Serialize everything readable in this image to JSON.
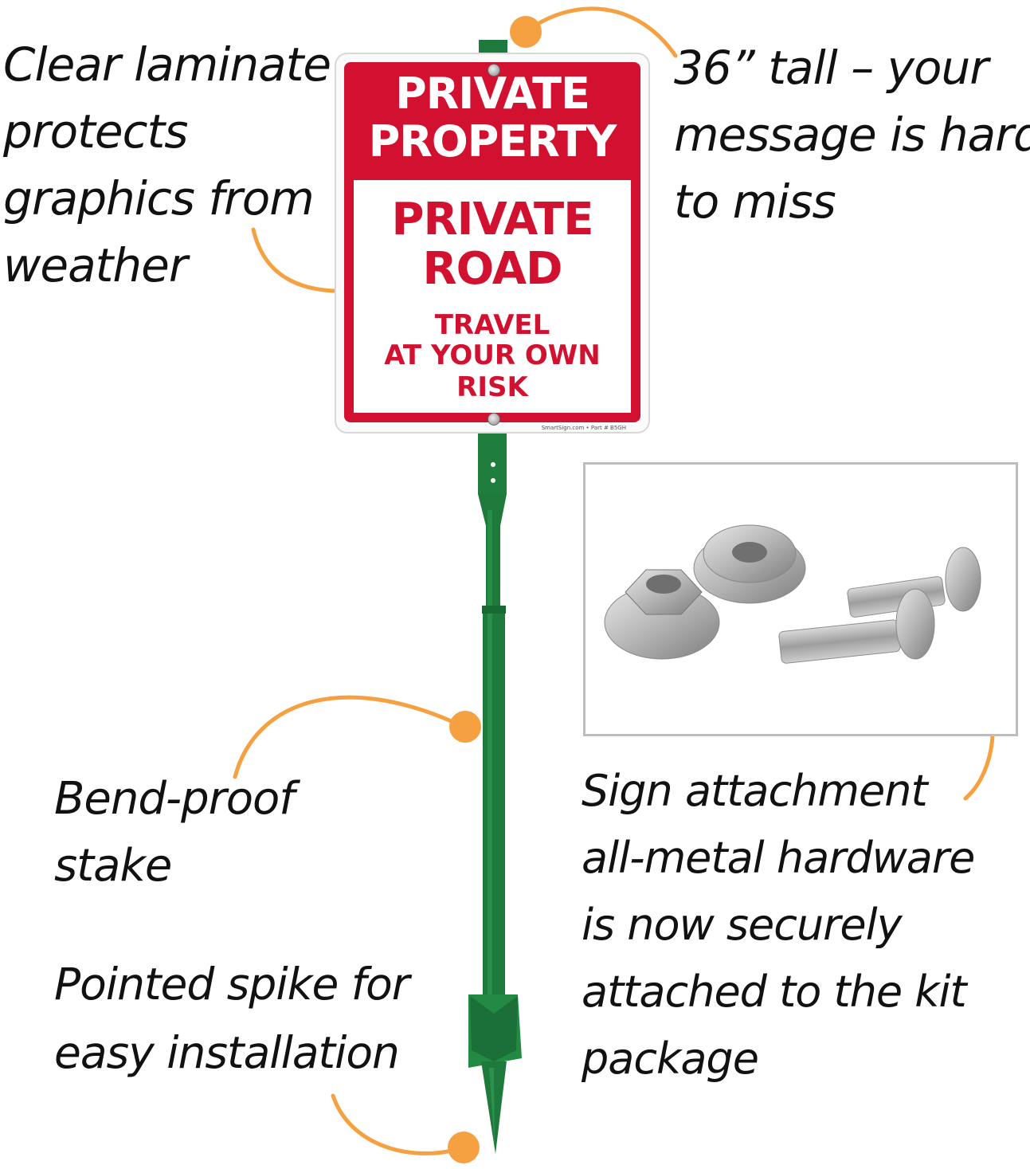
{
  "callouts": {
    "laminate": [
      "Clear laminate",
      "protects",
      "graphics from",
      "weather"
    ],
    "tall": [
      "36” tall – your",
      "message is hard",
      "to miss"
    ],
    "stake": [
      "Bend-proof",
      "stake"
    ],
    "spike": [
      "Pointed spike for",
      "easy installation"
    ],
    "hardware": [
      "Sign attachment",
      "all-metal hardware",
      "is now securely",
      "attached to the kit",
      "package"
    ]
  },
  "sign": {
    "header": [
      "PRIVATE",
      "PROPERTY"
    ],
    "title": [
      "PRIVATE",
      "ROAD"
    ],
    "subtitle": [
      "TRAVEL",
      "AT YOUR OWN",
      "RISK"
    ],
    "fine_print": "SmartSign.com • Part # B5GH"
  },
  "colors": {
    "sign_red": "#d2102f",
    "stake_green": "#1e7a3c",
    "callout_orange": "#f5a142",
    "panel_border": "#bdbdbd"
  },
  "icons": {
    "hardware": "nuts-and-bolts-icon"
  }
}
